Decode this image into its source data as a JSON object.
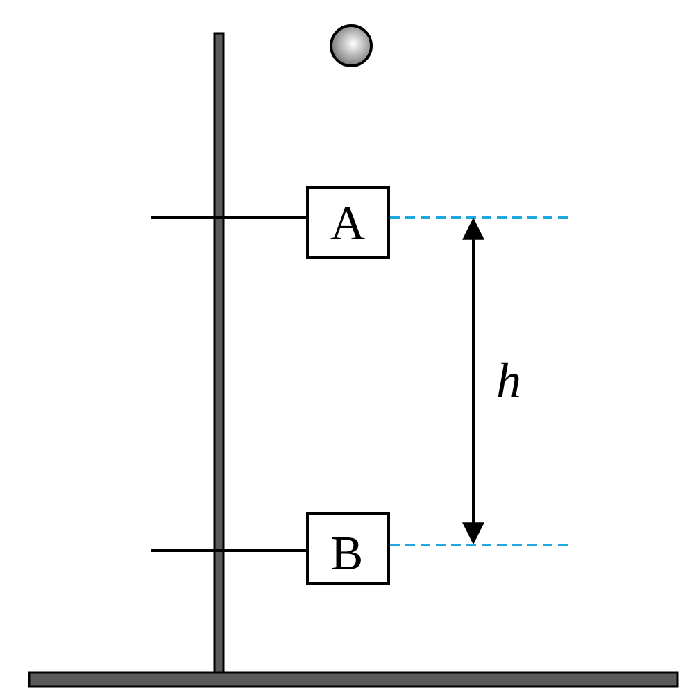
{
  "diagram": {
    "gate_a_label": "A",
    "gate_b_label": "B",
    "height_label": "h"
  },
  "colors": {
    "stand": "#5a5a5a",
    "outline": "#000000",
    "dashed_reference": "#1ea8e0",
    "ball_light": "#ffffff",
    "ball_dark": "#6e6e6e"
  }
}
